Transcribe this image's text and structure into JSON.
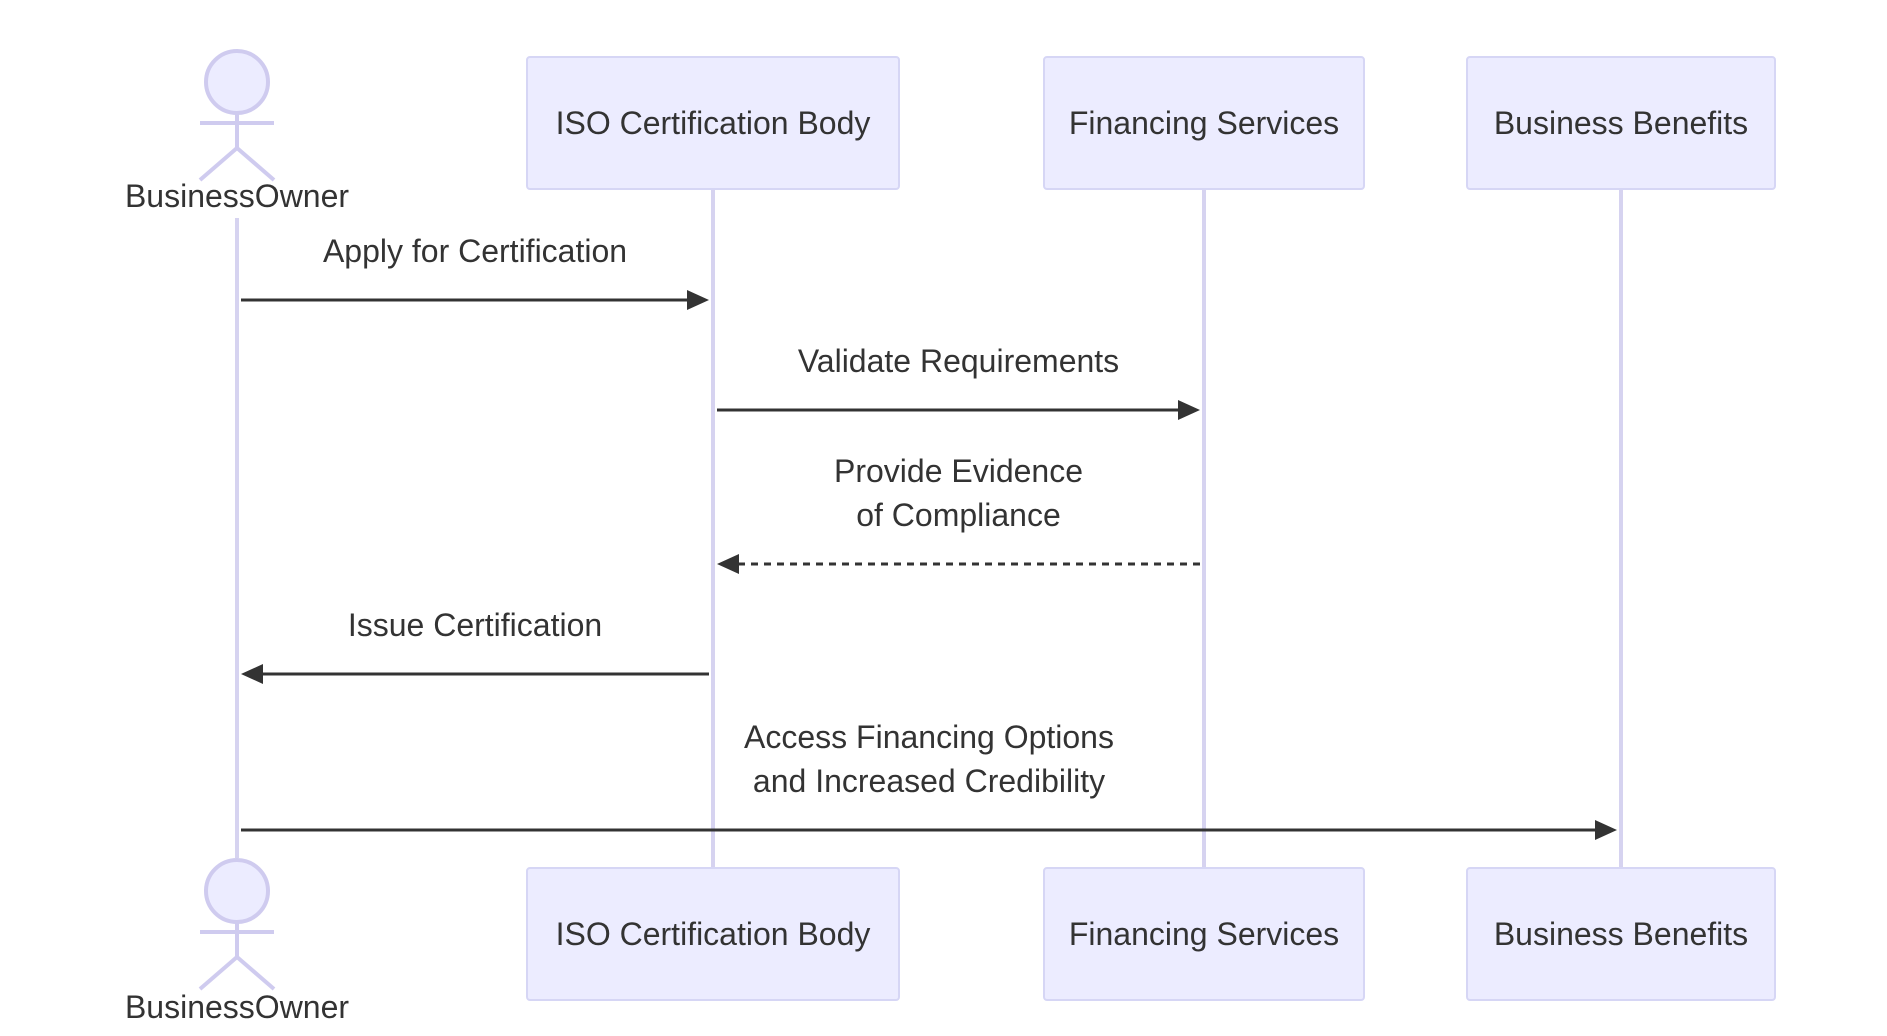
{
  "participants": [
    {
      "id": "owner",
      "label": "BusinessOwner",
      "kind": "actor"
    },
    {
      "id": "iso",
      "label": "ISO Certification Body",
      "kind": "box"
    },
    {
      "id": "fin",
      "label": "Financing Services",
      "kind": "box"
    },
    {
      "id": "ben",
      "label": "Business Benefits",
      "kind": "box"
    }
  ],
  "messages": [
    {
      "from": "owner",
      "to": "iso",
      "style": "solid",
      "lines": [
        "Apply for Certification"
      ]
    },
    {
      "from": "iso",
      "to": "fin",
      "style": "solid",
      "lines": [
        "Validate Requirements"
      ]
    },
    {
      "from": "fin",
      "to": "iso",
      "style": "dashed",
      "lines": [
        "Provide Evidence",
        "of Compliance"
      ]
    },
    {
      "from": "iso",
      "to": "owner",
      "style": "solid",
      "lines": [
        "Issue Certification"
      ]
    },
    {
      "from": "owner",
      "to": "ben",
      "style": "solid",
      "lines": [
        "Access Financing Options",
        "and Increased Credibility"
      ]
    }
  ],
  "colors": {
    "box_fill": "#ECECFF",
    "box_stroke": "#D6D6F5",
    "lifeline": "#D6D3F0",
    "text": "#333333"
  }
}
